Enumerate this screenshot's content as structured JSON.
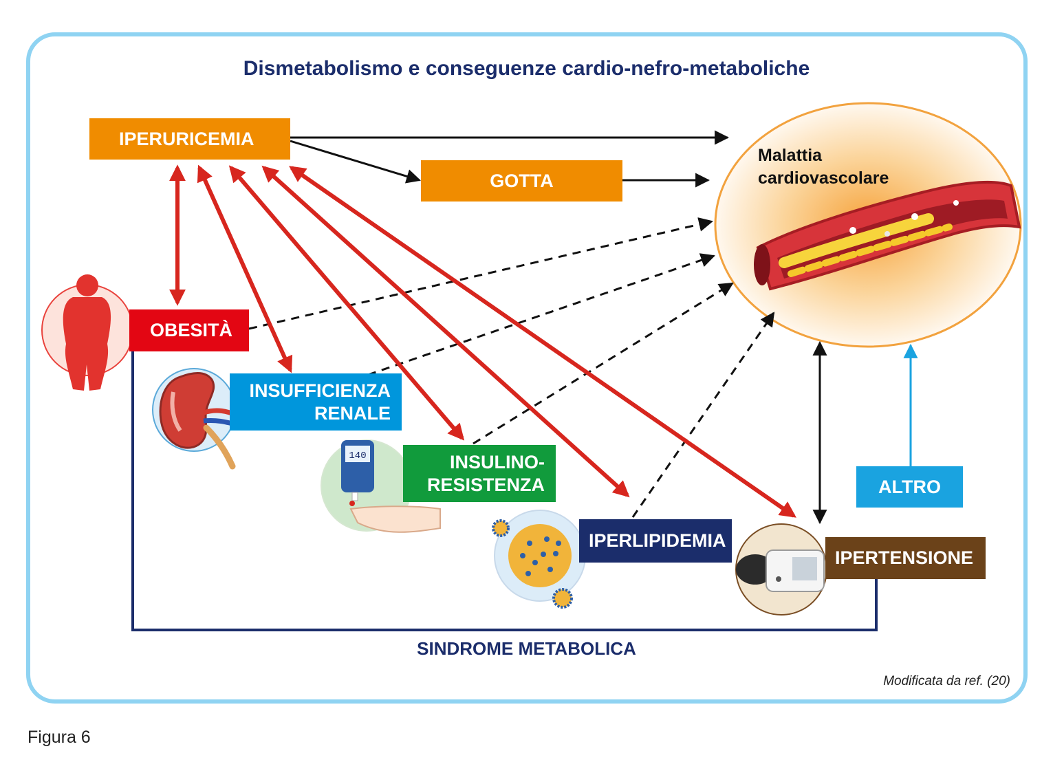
{
  "title": "Dismetabolismo e conseguenze cardio-nefro-metaboliche",
  "nodes": {
    "iperuricemia": "IPERURICEMIA",
    "gotta": "GOTTA",
    "obesita": "OBESITÀ",
    "insufficienza_renale_1": "INSUFFICIENZA",
    "insufficienza_renale_2": "RENALE",
    "insulino_resistenza_1": "INSULINO-",
    "insulino_resistenza_2": "RESISTENZA",
    "iperlipidemia": "IPERLIPIDEMIA",
    "ipertensione": "IPERTENSIONE",
    "altro": "ALTRO",
    "malattia_1": "Malattia",
    "malattia_2": "cardiovascolare"
  },
  "group_label": "SINDROME METABOLICA",
  "source": "Modificata da ref. (20)",
  "caption": "Figura 6",
  "glucometer_reading": "140",
  "colors": {
    "orange": "#f08c00",
    "red": "#e30613",
    "blue": "#0096dc",
    "green": "#119b3c",
    "navy": "#1b2d6b",
    "brown": "#6b4219",
    "frame": "#8fd3f2",
    "arrow_red": "#d7261e"
  }
}
